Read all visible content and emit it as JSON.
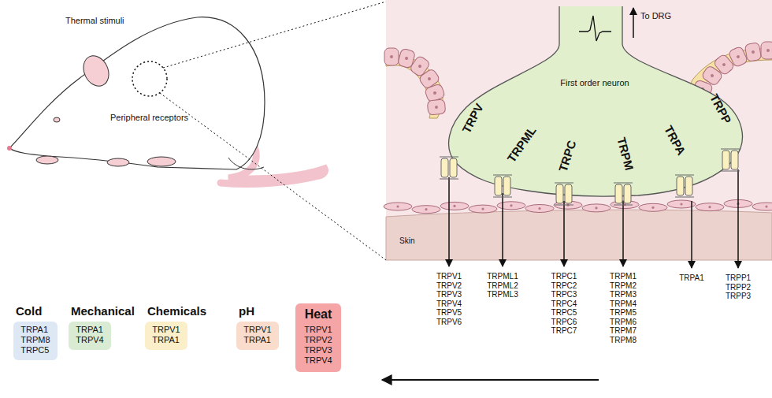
{
  "diagram": {
    "nodes": [
      {
        "text": [
          "First order neuron",
          "TRPV",
          "TRPML",
          "TRPC",
          "TRPM",
          "TRPA",
          "TRPP"
        ]
      },
      {
        "text": [
          "Cold",
          "TRPA1 TRPM8 TRPC5"
        ]
      },
      {
        "text": [
          "Mechanical",
          "TRPA1 TRPV4"
        ]
      },
      {
        "text": [
          "Chemicals",
          "TRPV1 TRPA1"
        ]
      },
      {
        "text": [
          "pH",
          "TRPV1 TRPA1"
        ]
      },
      {
        "text": [
          "Heat",
          "TRPV1 TRPV2 TRPV3 TRPV4"
        ]
      }
    ],
    "labels": [
      "Thermal stimuli",
      "Peripheral receptors",
      "To DRG",
      "Skin",
      "TRPV1 TRPV2 TRPV3 TRPV4 TRPV5 TRPV6",
      "TRPML1 TRPML2 TRPML3",
      "TRPC1 TRPC2 TRPC3 TRPC4 TRPC5 TRPC6 TRPC7",
      "TRPM1 TRPM2 TRPM3 TRPM4 TRPM5 TRPM6 TRPM7 TRPM8",
      "TRPA1",
      "TRPP1 TRPP2 TRPP3"
    ]
  }
}
